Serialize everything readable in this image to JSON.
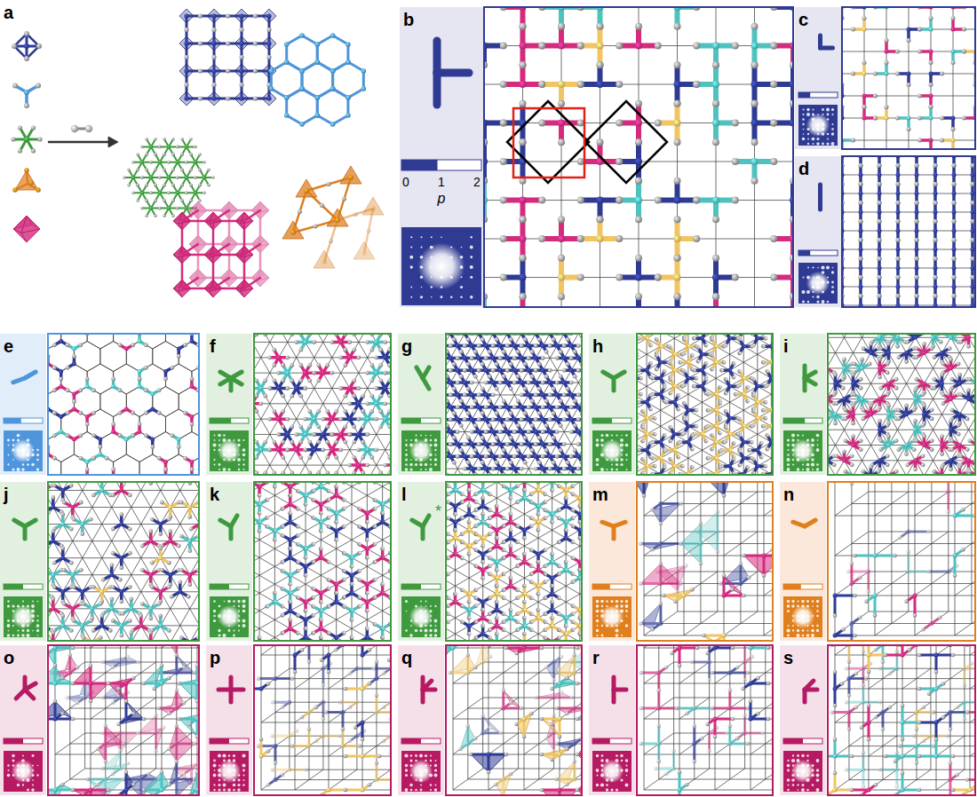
{
  "diagram": {
    "labels": [
      "a",
      "b",
      "0",
      "1",
      "2",
      "p",
      "c",
      "d",
      "e",
      "f",
      "g",
      "h",
      "i",
      "j",
      "k",
      "l",
      "*",
      "m",
      "n",
      "o",
      "p",
      "q",
      "r",
      "s"
    ]
  }
}
